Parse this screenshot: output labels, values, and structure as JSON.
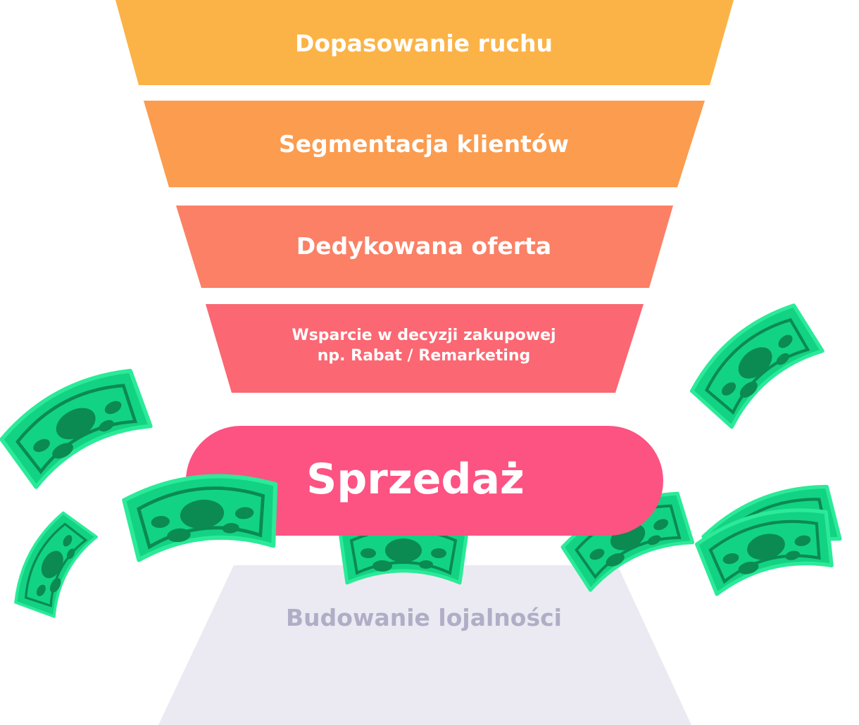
{
  "funnel": {
    "stages": [
      {
        "id": "traffic",
        "label": "Dopasowanie ruchu",
        "color": "#fbb347"
      },
      {
        "id": "segmentation",
        "label": "Segmentacja klientów",
        "color": "#fb9c4f"
      },
      {
        "id": "offer",
        "label": "Dedykowana oferta",
        "color": "#fb8066"
      },
      {
        "id": "support",
        "lines": [
          "Wsparcie w decyzji zakupowej",
          "np. Rabat / Remarketing"
        ],
        "color": "#fb6772"
      }
    ],
    "sale": {
      "label": "Sprzedaż",
      "color": "#fc5383"
    },
    "loyalty": {
      "label": "Budowanie lojalności",
      "color": "#ebeaf2",
      "text_color": "#b0aec6"
    }
  },
  "decoration": {
    "banknote_colors": {
      "fill": "#12d383",
      "dark": "#0b8a52",
      "outline": "#1fe08f"
    },
    "icons": [
      "banknote-icon"
    ]
  }
}
